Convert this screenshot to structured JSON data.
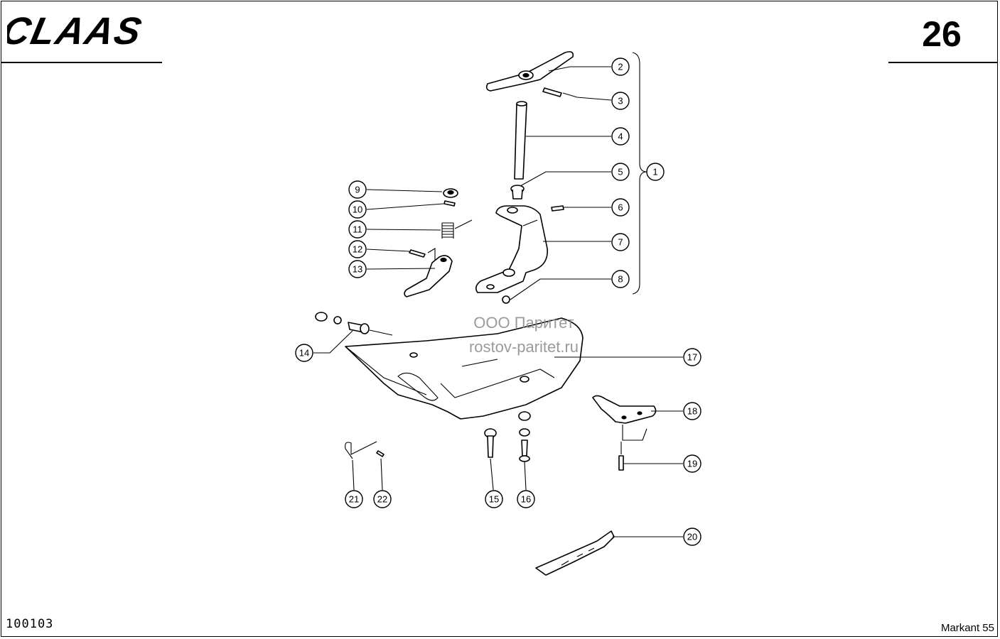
{
  "header": {
    "brand": "CLAAS",
    "page_number": "26"
  },
  "footer": {
    "doc_code": "100103",
    "model": "Markant 55"
  },
  "watermark": {
    "line1": "ООО Паритет",
    "line2": "rostov-paritet.ru"
  },
  "callouts": [
    {
      "label": "1"
    },
    {
      "label": "2"
    },
    {
      "label": "3"
    },
    {
      "label": "4"
    },
    {
      "label": "5"
    },
    {
      "label": "6"
    },
    {
      "label": "7"
    },
    {
      "label": "8"
    },
    {
      "label": "9"
    },
    {
      "label": "10"
    },
    {
      "label": "11"
    },
    {
      "label": "12"
    },
    {
      "label": "13"
    },
    {
      "label": "14"
    },
    {
      "label": "15"
    },
    {
      "label": "16"
    },
    {
      "label": "17"
    },
    {
      "label": "18"
    },
    {
      "label": "19"
    },
    {
      "label": "20"
    },
    {
      "label": "21"
    },
    {
      "label": "22"
    }
  ]
}
